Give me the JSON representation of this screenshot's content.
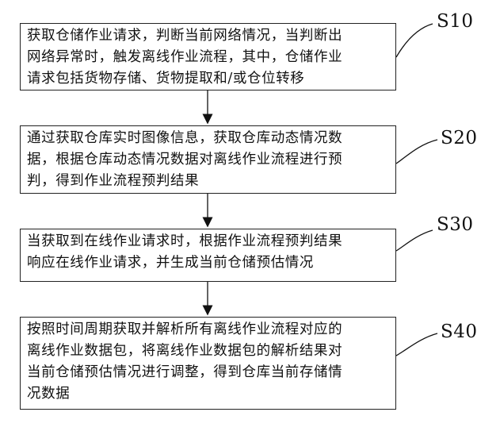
{
  "steps": [
    {
      "label": "S10",
      "lines": [
        "获取仓储作业请求，判断当前网络情况，当判断出",
        "网络异常时，触发离线作业流程，其中，仓储作业",
        "请求包括货物存储、货物提取和/或仓位转移"
      ]
    },
    {
      "label": "S20",
      "lines": [
        "通过获取仓库实时图像信息，获取仓库动态情况数",
        "据，根据仓库动态情况数据对离线作业流程进行预",
        "判，得到作业流程预判结果"
      ]
    },
    {
      "label": "S30",
      "lines": [
        "当获取到在线作业请求时，根据作业流程预判结果",
        "响应在线作业请求，并生成当前仓储预估情况"
      ]
    },
    {
      "label": "S40",
      "lines": [
        "按照时间周期获取并解析所有离线作业流程对应的",
        "离线作业数据包，将离线作业数据包的解析结果对",
        "当前仓储预估情况进行调整，得到仓库当前存储情",
        "况数据"
      ]
    }
  ]
}
